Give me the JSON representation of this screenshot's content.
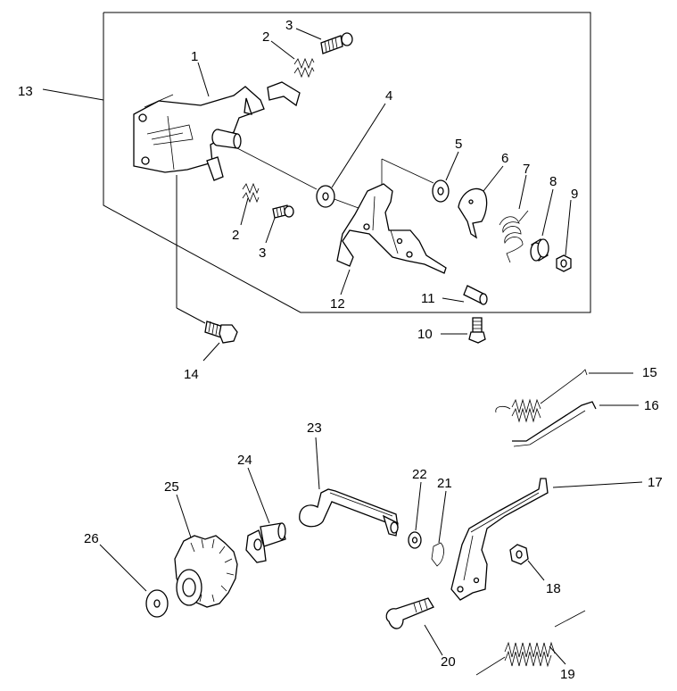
{
  "diagram": {
    "labels": {
      "l1": "1",
      "l2a": "2",
      "l2b": "2",
      "l3a": "3",
      "l3b": "3",
      "l4": "4",
      "l5": "5",
      "l6": "6",
      "l7": "7",
      "l8": "8",
      "l9": "9",
      "l10": "10",
      "l11": "11",
      "l12": "12",
      "l13": "13",
      "l14": "14",
      "l15": "15",
      "l16": "16",
      "l17": "17",
      "l18": "18",
      "l19": "19",
      "l20": "20",
      "l21": "21",
      "l22": "22",
      "l23": "23",
      "l24": "24",
      "l25": "25",
      "l26": "26"
    }
  }
}
